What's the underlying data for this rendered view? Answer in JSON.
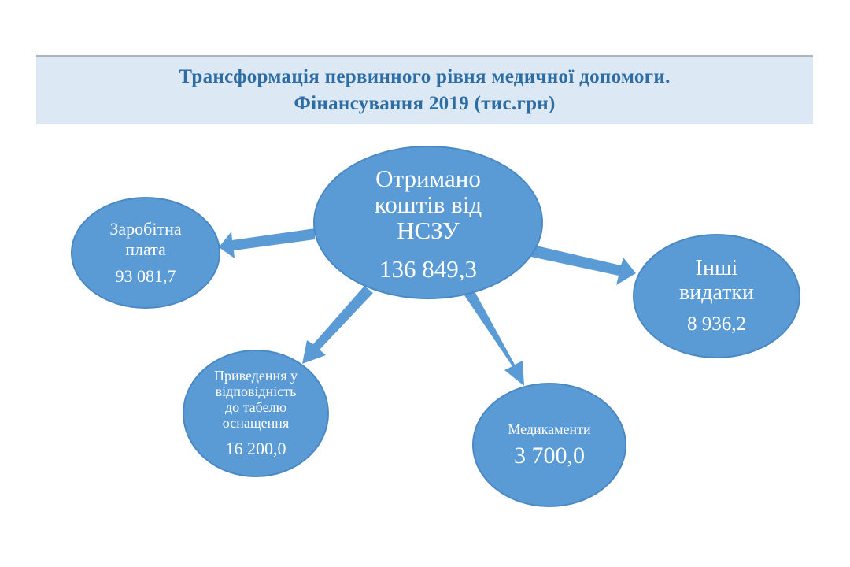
{
  "title": {
    "line1": "Трансформація первинного рівня медичної допомоги.",
    "line2": "Фінансування 2019 (тис.грн)"
  },
  "colors": {
    "node_fill": "#5b9bd5",
    "title_text": "#2e6da4",
    "title_band": "#dce9f5"
  },
  "center": {
    "label_line1": "Отримано",
    "label_line2": "коштів від",
    "label_line3": "НСЗУ",
    "value": "136 849,3"
  },
  "salary": {
    "label_line1": "Заробітна",
    "label_line2": "плата",
    "value": "93 081,7"
  },
  "other": {
    "label_line1": "Інші",
    "label_line2": "видатки",
    "value": "8 936,2"
  },
  "equipment": {
    "label_line1": "Приведення у",
    "label_line2": "відповідність",
    "label_line3": "до табелю",
    "label_line4": "оснащення",
    "value": "16 200,0"
  },
  "medicines": {
    "label_line1": "Медикаменти",
    "value": "3 700,0"
  }
}
